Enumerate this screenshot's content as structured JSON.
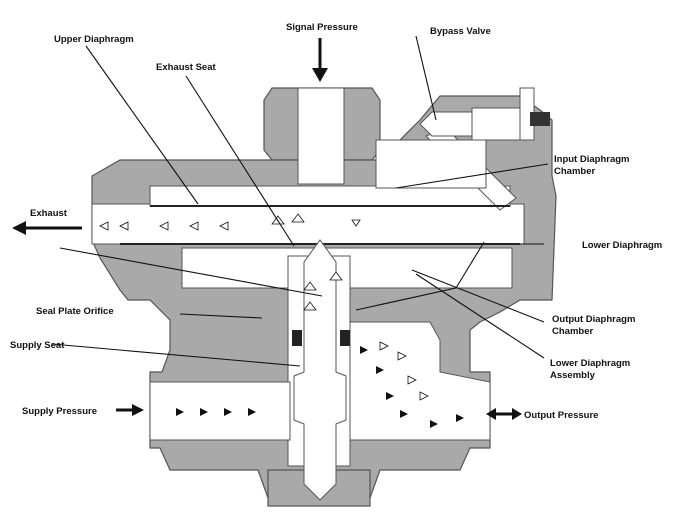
{
  "labels": {
    "signal_pressure": "Signal Pressure",
    "bypass_valve": "Bypass Valve",
    "upper_diaphragm": "Upper Diaphragm",
    "exhaust_seat": "Exhaust Seat",
    "input_chamber_1": "Input Diaphragm",
    "input_chamber_2": "Chamber",
    "exhaust": "Exhaust",
    "lower_diaphragm": "Lower Diaphragm",
    "seal_plate_orifice": "Seal Plate Orifice",
    "output_chamber_1": "Output Diaphragm",
    "output_chamber_2": "Chamber",
    "supply_seat": "Supply Seat",
    "lower_assembly_1": "Lower Diaphragm",
    "lower_assembly_2": "Assembly",
    "supply_pressure": "Supply Pressure",
    "output_pressure": "Output Pressure"
  },
  "colors": {
    "body": "#a9a9a9",
    "outline": "#555555",
    "passage": "#ffffff",
    "text": "#111111"
  }
}
